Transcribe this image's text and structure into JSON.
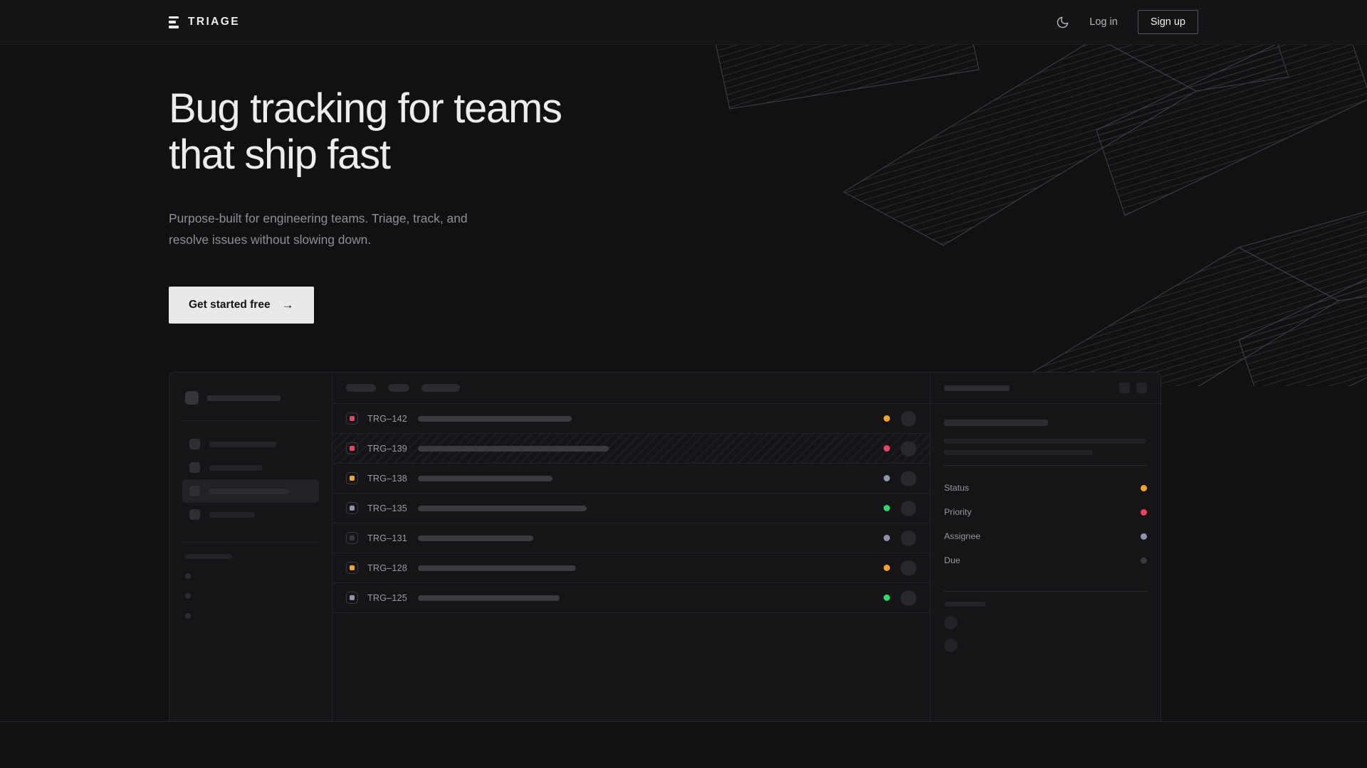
{
  "nav": {
    "brand": "TRIAGE",
    "theme_toggle_icon": "moon-icon",
    "login_label": "Log in",
    "signup_label": "Sign up"
  },
  "hero": {
    "headline": "Bug tracking for teams\nthat ship fast",
    "subhead": "Purpose-built for engineering teams. Triage, track, and\nresolve issues without slowing down.",
    "cta_label": "Get started free",
    "cta_arrow": "→"
  },
  "colors": {
    "page_bg": "#111113",
    "nav_bg": "#141416",
    "panel_bg": "#151518",
    "border": "#252529",
    "cta_bg": "#e9e9ea",
    "status_orange": "#f5a524",
    "status_pink": "#f43f5e",
    "status_slate": "#8c96ad",
    "status_green": "#22e06a",
    "status_muted": "#3a3a40"
  },
  "mockup": {
    "sidebar": {
      "logo_skeleton_width": 103,
      "nav_items": [
        {
          "skeleton_width": 94,
          "active": false
        },
        {
          "skeleton_width": 74,
          "active": false
        },
        {
          "skeleton_width": 111,
          "active": true
        },
        {
          "skeleton_width": 64,
          "active": false
        }
      ],
      "section_label_width": 66,
      "sub_items": 3
    },
    "toolbar_chips": [
      42,
      30,
      54
    ],
    "list": {
      "rows": [
        {
          "id": "TRG–142",
          "priority_color": "#f43f5e",
          "title_width": 216,
          "status_color": "#f5a524",
          "selected": false
        },
        {
          "id": "TRG–139",
          "priority_color": "#f43f5e",
          "title_width": 268,
          "status_color": "#f43f5e",
          "selected": true
        },
        {
          "id": "TRG–138",
          "priority_color": "#f5a524",
          "title_width": 189,
          "status_color": "#8c96ad",
          "selected": false
        },
        {
          "id": "TRG–135",
          "priority_color": "#8c96ad",
          "title_width": 237,
          "status_color": "#22e06a",
          "selected": false
        },
        {
          "id": "TRG–131",
          "priority_color": "#3a3a40",
          "title_width": 162,
          "status_color": "#8c96ad",
          "selected": false
        },
        {
          "id": "TRG–128",
          "priority_color": "#f5a524",
          "title_width": 222,
          "status_color": "#f5a524",
          "selected": false
        },
        {
          "id": "TRG–125",
          "priority_color": "#8c96ad",
          "title_width": 199,
          "status_color": "#22e06a",
          "selected": false
        }
      ]
    },
    "detail": {
      "header_skeleton_width": 92,
      "title_skeleton_width": 146,
      "desc_lines": [
        283,
        209
      ],
      "fields": [
        {
          "label": "Status",
          "dot_color": "#f5a524"
        },
        {
          "label": "Priority",
          "dot_color": "#f43f5e"
        },
        {
          "label": "Assignee",
          "dot_color": "#8c96ad"
        },
        {
          "label": "Due",
          "dot_color": "#3a3a40"
        }
      ],
      "comments_label_width": 58,
      "comment_avatars": 2
    }
  }
}
